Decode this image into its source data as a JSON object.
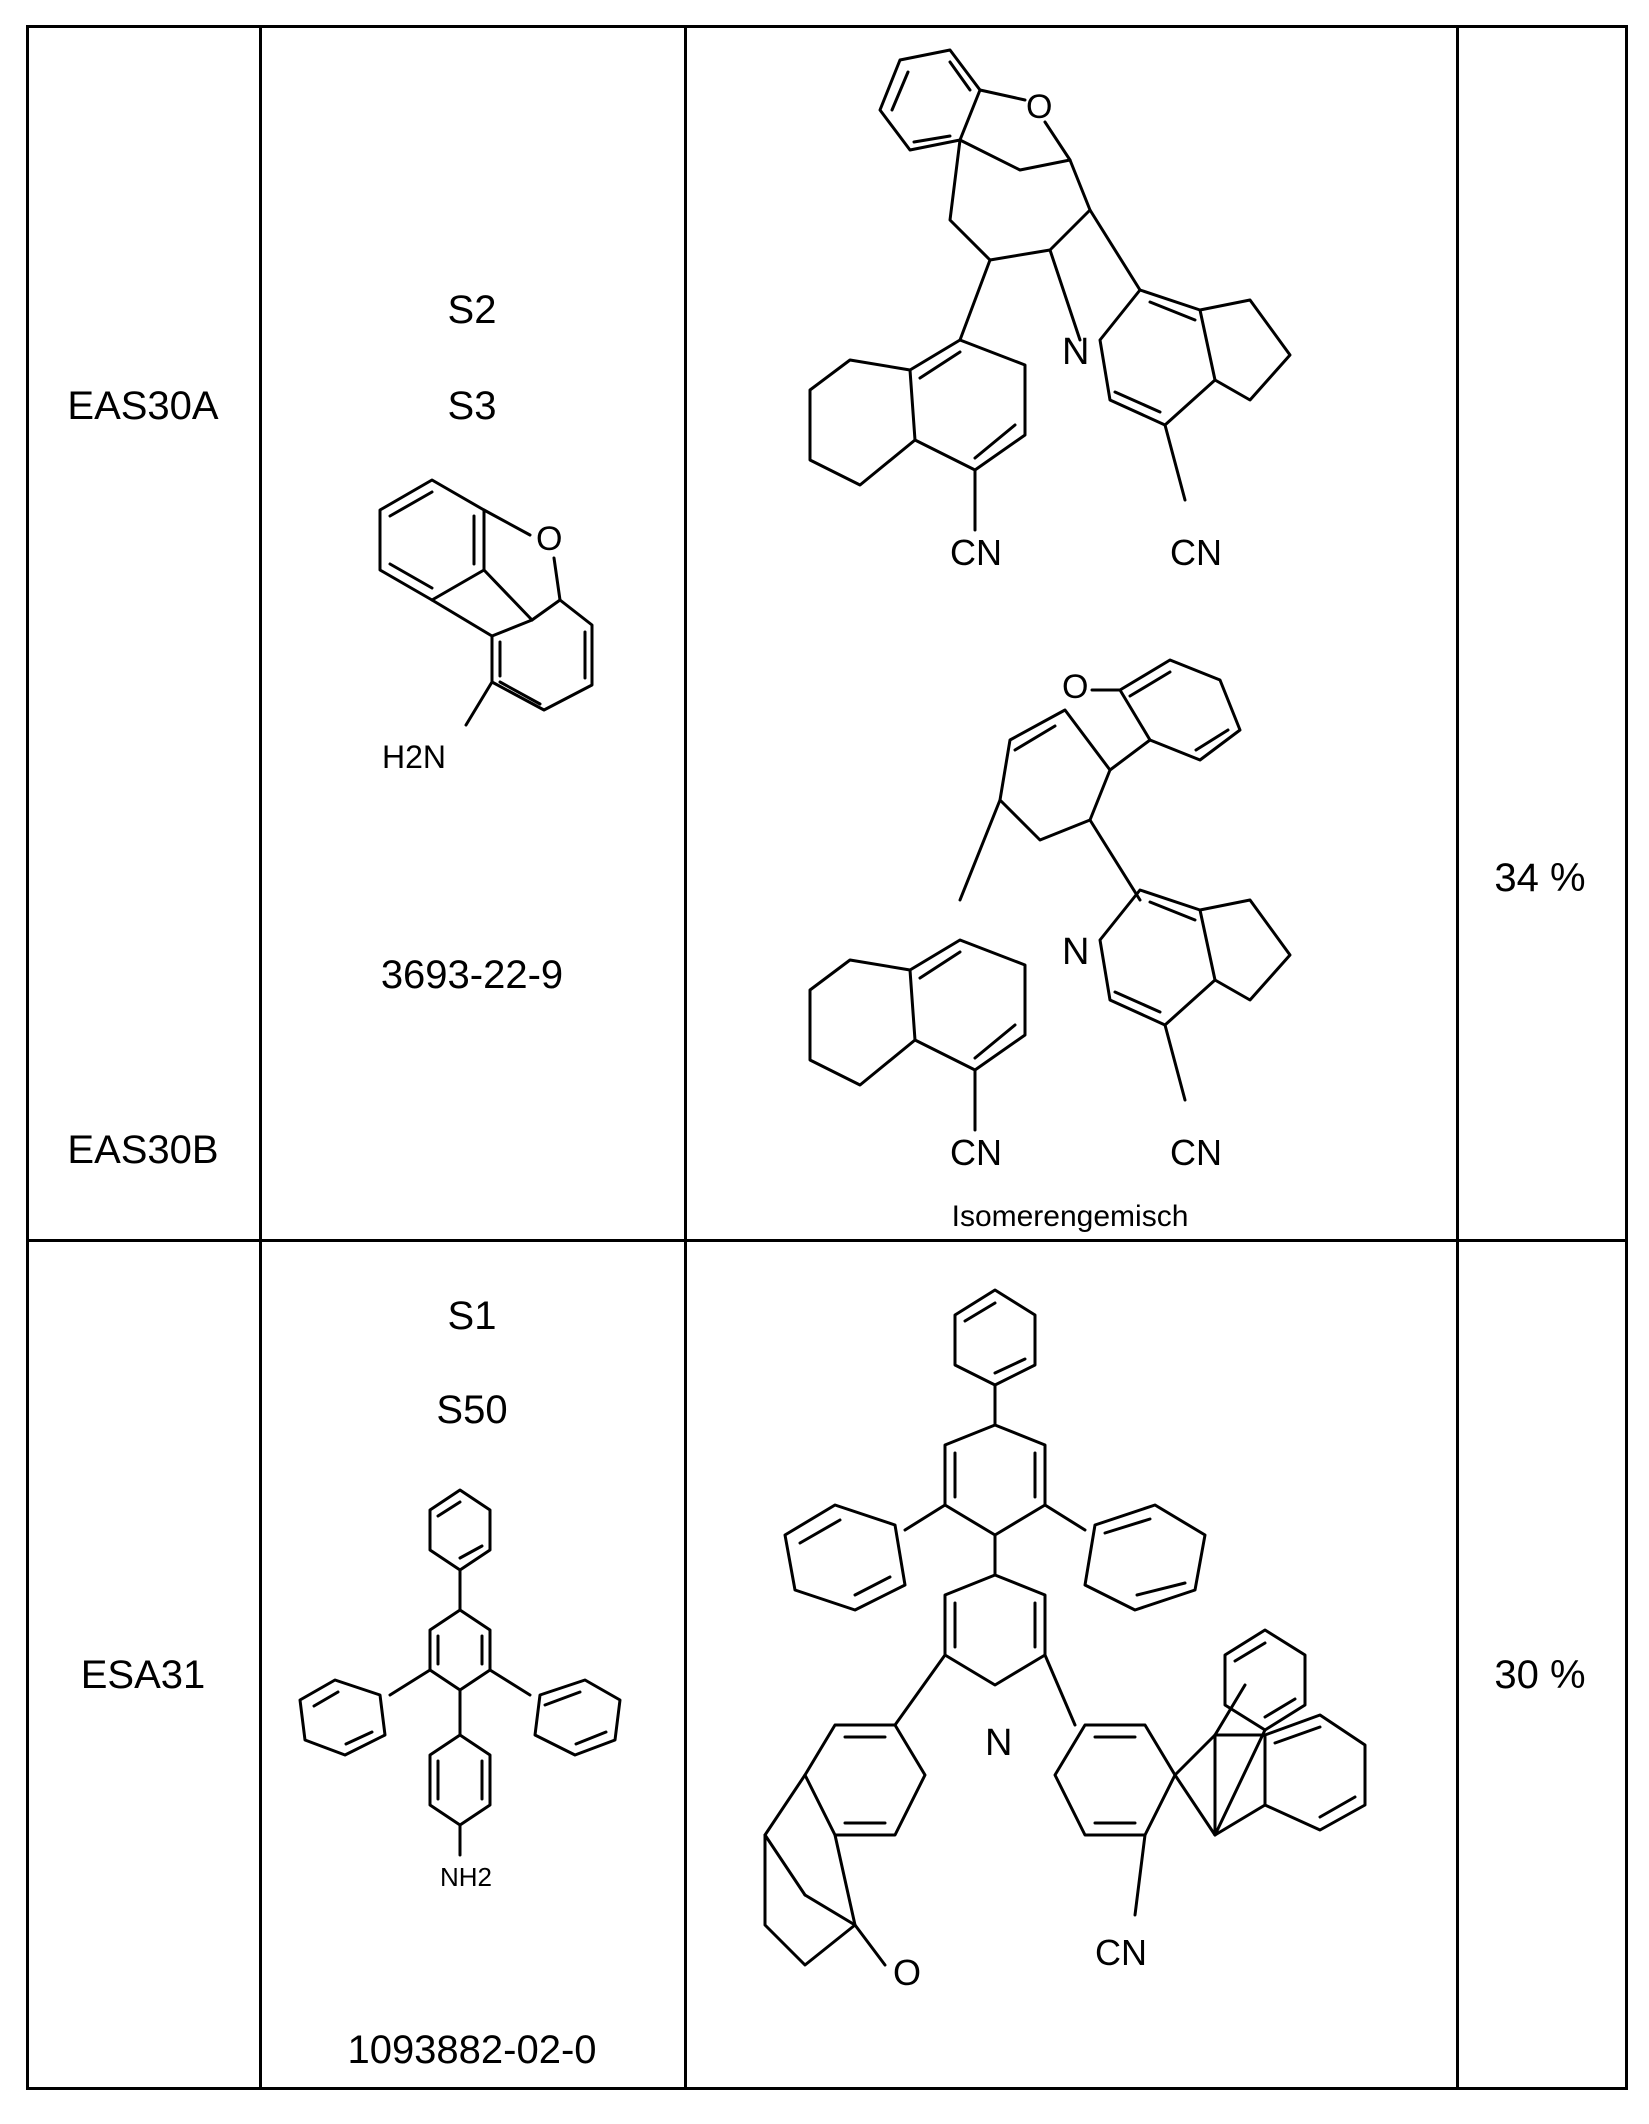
{
  "table": {
    "rows": [
      {
        "ids": [
          "EAS30A",
          "EAS30B"
        ],
        "reagents": [
          "S2",
          "S3"
        ],
        "amine_label": "H2N",
        "amine_cas": "3693-22-9",
        "product_note": "Isomerengemisch",
        "product_labels": {
          "n": "N",
          "o": "O",
          "cn": "CN"
        },
        "yield": "34 %"
      },
      {
        "ids": [
          "ESA31"
        ],
        "reagents": [
          "S1",
          "S50"
        ],
        "amine_label": "NH2",
        "amine_cas": "1093882-02-0",
        "product_labels": {
          "n": "N",
          "o": "O",
          "cn": "CN"
        },
        "yield": "30 %"
      }
    ]
  }
}
